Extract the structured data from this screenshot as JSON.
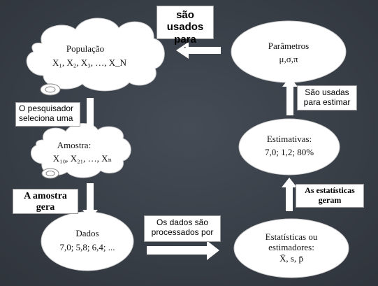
{
  "colors": {
    "background": "#3a4049",
    "shape_fill": "#ffffff",
    "arrow": "#ffffff",
    "label_fill": "#ffffff"
  },
  "nodes": {
    "populacao": {
      "title": "População",
      "symbols": "X₁, X₂, X₃, …, X_N"
    },
    "amostra": {
      "title": "Amostra:",
      "symbols": "X₁₀, X₂₁, …, Xₙ"
    },
    "dados": {
      "title": "Dados",
      "values": "7,0; 5,8; 6,4; ..."
    },
    "estatisticas": {
      "title_line1": "Estatísticas ou",
      "title_line2": "estimadores:",
      "symbols": "X̄, s, p̄"
    },
    "estimativas": {
      "title": "Estimativas:",
      "values": "7,0; 1,2; 80%"
    },
    "parametros": {
      "title": "Parâmetros",
      "symbols": "μ,σ,π"
    }
  },
  "labels": {
    "sao_usados_para_line1": "são usados",
    "sao_usados_para_line2": "para",
    "sao_usados_para_dot": "·",
    "pesquisador_line1": "O pesquisador",
    "pesquisador_line2": "seleciona uma",
    "amostra_gera_line1": "A amostra",
    "amostra_gera_line2": "gera",
    "processados_line1": "Os dados são",
    "processados_line2": "processados por",
    "estatisticas_geram_line1": "As estatísticas",
    "estatisticas_geram_line2": "geram",
    "usadas_estimar_line1": "São usadas",
    "usadas_estimar_line2": "para estimar"
  }
}
